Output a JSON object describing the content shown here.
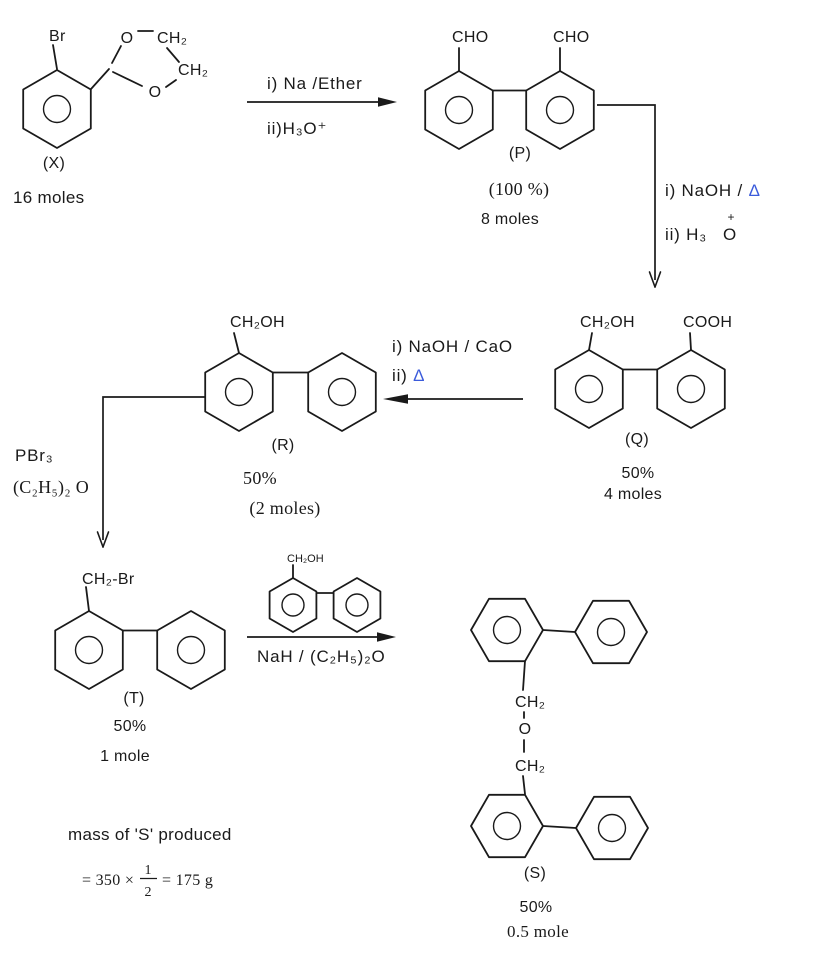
{
  "colors": {
    "ink": "#1a1a1a",
    "delta_blue": "#3b5bdb",
    "plus_orange": "#b45f06"
  },
  "compounds": {
    "X": {
      "name": "(X)",
      "amount": "16 moles",
      "br": "Br",
      "o_top": "O",
      "ch2_top": "CH₂",
      "ch2_mid": "CH₂",
      "o_bottom": "O"
    },
    "P": {
      "name": "(P)",
      "yield": "(100 %)",
      "amount": "8 moles",
      "cho_left": "CHO",
      "cho_right": "CHO"
    },
    "Q": {
      "name": "(Q)",
      "yield": "50%",
      "amount": "4 moles",
      "ch2oh": "CH₂OH",
      "cooh": "COOH"
    },
    "R": {
      "name": "(R)",
      "yield": "50%",
      "amount": "(2 moles)",
      "ch2oh": "CH₂OH"
    },
    "T": {
      "name": "(T)",
      "yield": "50%",
      "amount": "1 mole",
      "ch2br": "CH₂-Br"
    },
    "S": {
      "name": "(S)",
      "yield": "50%",
      "amount": "0.5 mole",
      "ch2_top": "CH₂",
      "o": "O",
      "ch2_bottom": "CH₂"
    }
  },
  "reagents": {
    "step1_line1": "i) Na /Ether",
    "step1_line2": "ii)H₃O⁺",
    "step2_line1_pre": "i) NaOH / ",
    "step2_delta": "Δ",
    "step2_line2": "ii) H₃",
    "step2_O": "O",
    "step2_plus": "+",
    "step3_line1": "i) NaOH / CaO",
    "step3_line2_pre": "ii)  ",
    "step3_delta": "Δ",
    "step4_line1": "PBr₃",
    "step4_line2": "(C₂H₅)₂ O",
    "step5_ch2oh": "CH₂OH",
    "step5_line": "NaH / (C₂H₅)₂O"
  },
  "note": {
    "line1": "mass of 'S' produced",
    "eq_pre": "= 350 ×",
    "frac_num": "1",
    "frac_den": "2",
    "eq_post": "= 175 g"
  }
}
